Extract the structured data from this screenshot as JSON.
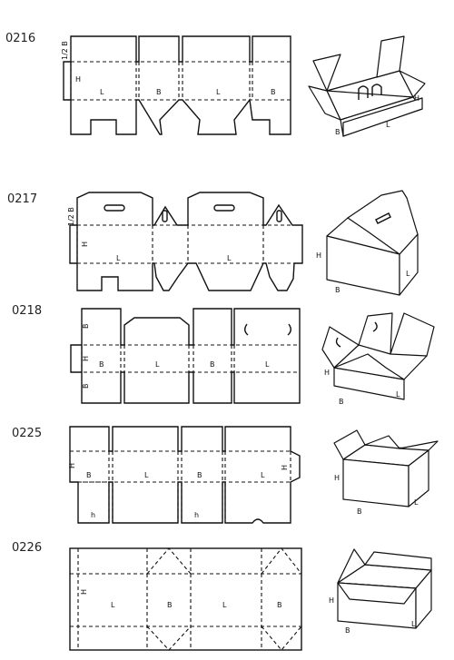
{
  "styles": [
    {
      "code": "0216",
      "flat_labels": {
        "half_b": "1/2 B",
        "h": "H",
        "l1": "L",
        "b1": "B",
        "l2": "L",
        "b2": "B"
      },
      "iso_labels": {
        "b": "B",
        "l": "L",
        "h": "H"
      }
    },
    {
      "code": "0217",
      "flat_labels": {
        "half_b": "1/2 B",
        "h": "H",
        "l1": "L",
        "l2": "L"
      },
      "iso_labels": {
        "h": "H",
        "b": "B",
        "l": "L"
      }
    },
    {
      "code": "0218",
      "flat_labels": {
        "b_top": "B",
        "h": "H",
        "b_bottom": "B",
        "b_left": "B",
        "l1": "L",
        "b2": "B",
        "l2": "L"
      },
      "iso_labels": {
        "h": "H",
        "b": "B",
        "l": "L"
      }
    },
    {
      "code": "0225",
      "flat_labels": {
        "h_left": "H",
        "b1": "B",
        "l1": "L",
        "b2": "B",
        "l2": "L",
        "h_right": "H",
        "h_small1": "h",
        "h_small2": "h"
      },
      "iso_labels": {
        "h": "H",
        "b": "B",
        "l": "L"
      }
    },
    {
      "code": "0226",
      "flat_labels": {
        "h": "H",
        "l1": "L",
        "b1": "B",
        "l2": "L",
        "b2": "B"
      },
      "iso_labels": {
        "h": "H",
        "b": "B",
        "l": "L"
      }
    }
  ]
}
